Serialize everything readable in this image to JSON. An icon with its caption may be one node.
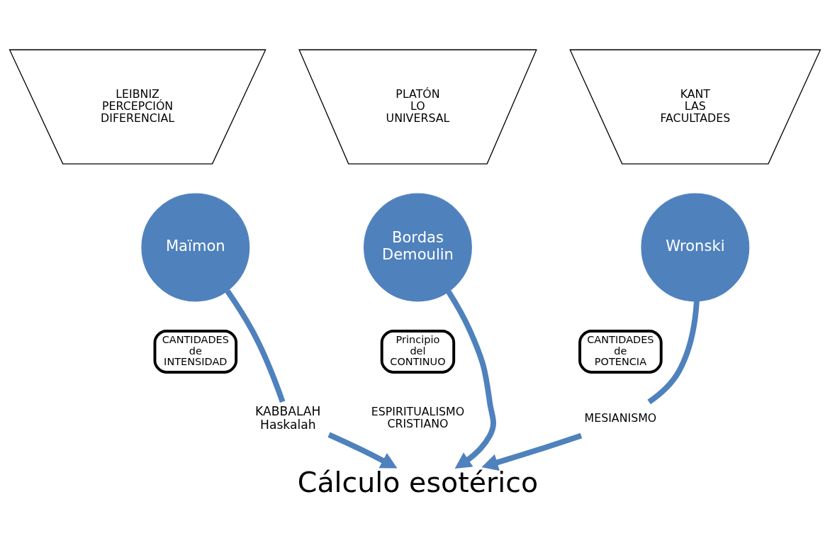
{
  "diagram": {
    "nodes": [
      {
        "text": [
          "LEIBNIZ PERCEPCIÓN DIFERENCIAL"
        ]
      },
      {
        "text": [
          "PLATÓN LO UNIVERSAL"
        ]
      },
      {
        "text": [
          "KANT LAS FACULTADES"
        ]
      },
      {
        "text": [
          "Maïmon"
        ]
      },
      {
        "text": [
          "Bordas Demoulin"
        ]
      },
      {
        "text": [
          "Wronski"
        ]
      },
      {
        "text": [
          "CANTIDADES de INTENSIDAD"
        ]
      },
      {
        "text": [
          "Principio del CONTINUO"
        ]
      },
      {
        "text": [
          "CANTIDADES de POTENCIA"
        ]
      },
      {
        "text": [
          "KABBALAH",
          "Haskalah"
        ]
      },
      {
        "text": [
          "ESPIRITUALISMO CRISTIANO"
        ]
      },
      {
        "text": [
          "MESIANISMO"
        ]
      },
      {
        "text": [
          "Cálculo esotérico"
        ]
      }
    ],
    "edges": [
      {
        "from": 3,
        "to": 9,
        "arrow": "none"
      },
      {
        "from": 9,
        "to": 12,
        "arrow": "to"
      },
      {
        "from": 4,
        "to": 12,
        "arrow": "to"
      },
      {
        "from": 5,
        "to": 11,
        "arrow": "none"
      },
      {
        "from": 11,
        "to": 12,
        "arrow": "to"
      }
    ]
  }
}
